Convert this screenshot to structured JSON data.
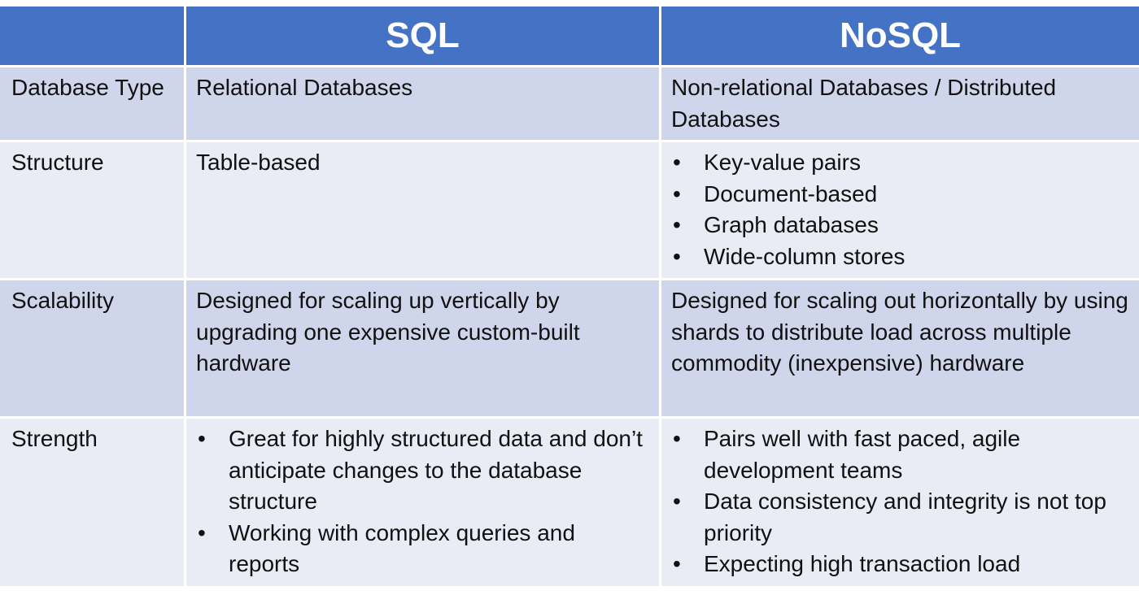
{
  "header": {
    "corner": "",
    "col_sql": "SQL",
    "col_nosql": "NoSQL"
  },
  "colors": {
    "header_bg": "#4472c4",
    "row_dark": "#cfd5ea",
    "row_light": "#e9ebf5"
  },
  "rows": [
    {
      "label": "Database Type",
      "sql": "Relational Databases",
      "nosql": "Non-relational Databases / Distributed Databases"
    },
    {
      "label": "Structure",
      "sql": "Table-based",
      "nosql_list": [
        "Key-value pairs",
        "Document-based",
        "Graph databases",
        "Wide-column stores"
      ]
    },
    {
      "label": "Scalability",
      "sql": "Designed for scaling up vertically by upgrading one expensive custom-built hardware",
      "nosql": "Designed for scaling out horizontally by using shards to distribute load across multiple commodity (inexpensive) hardware"
    },
    {
      "label": "Strength",
      "sql_list": [
        "Great for highly structured data and don’t anticipate changes to the database structure",
        "Working with complex queries and reports"
      ],
      "nosql_list": [
        "Pairs well with fast paced, agile development teams",
        "Data consistency and integrity is not top priority",
        "Expecting high transaction load"
      ]
    }
  ]
}
